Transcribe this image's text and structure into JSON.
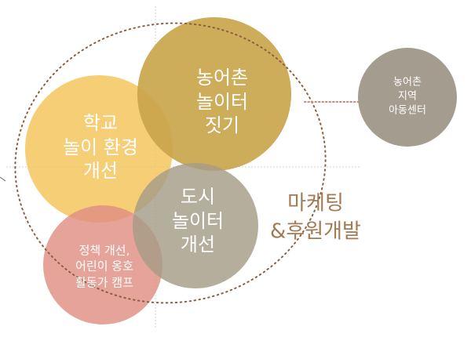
{
  "diagram": {
    "circles": [
      {
        "id": "rural-play",
        "lines": [
          "농어촌",
          "놀이터",
          "짓기"
        ],
        "color": "#c9a54c"
      },
      {
        "id": "school-play",
        "lines": [
          "학교",
          "놀이 환경",
          "개선"
        ],
        "color": "#f3c55e"
      },
      {
        "id": "city-play",
        "lines": [
          "도시",
          "놀이터",
          "개선"
        ],
        "color": "#a69c87"
      },
      {
        "id": "policy",
        "lines": [
          "정책 개선,",
          "어린이 옹호",
          "활동가 캠프"
        ],
        "color": "#df8f84"
      },
      {
        "id": "rural-center",
        "lines": [
          "농어촌",
          "지역",
          "아동센터"
        ],
        "color": "#a49c8e"
      }
    ],
    "marketing": {
      "lines": [
        "마케팅",
        "&후원개발"
      ],
      "color": "#a27a52"
    },
    "dotted_color": "#8c5f3e",
    "axis_color": "#c8c8c8"
  }
}
